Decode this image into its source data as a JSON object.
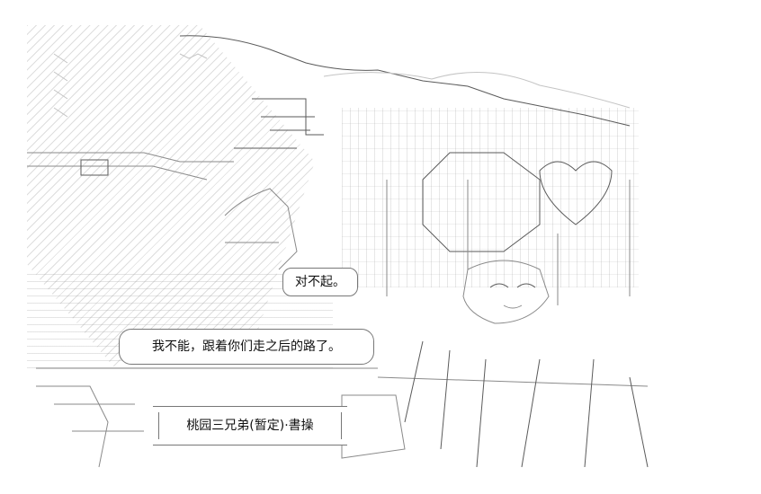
{
  "dialogue": {
    "line1": "对不起。",
    "line2": "我不能，跟着你们走之后的路了。",
    "caption": "桃园三兄弟(暂定)·書操"
  }
}
